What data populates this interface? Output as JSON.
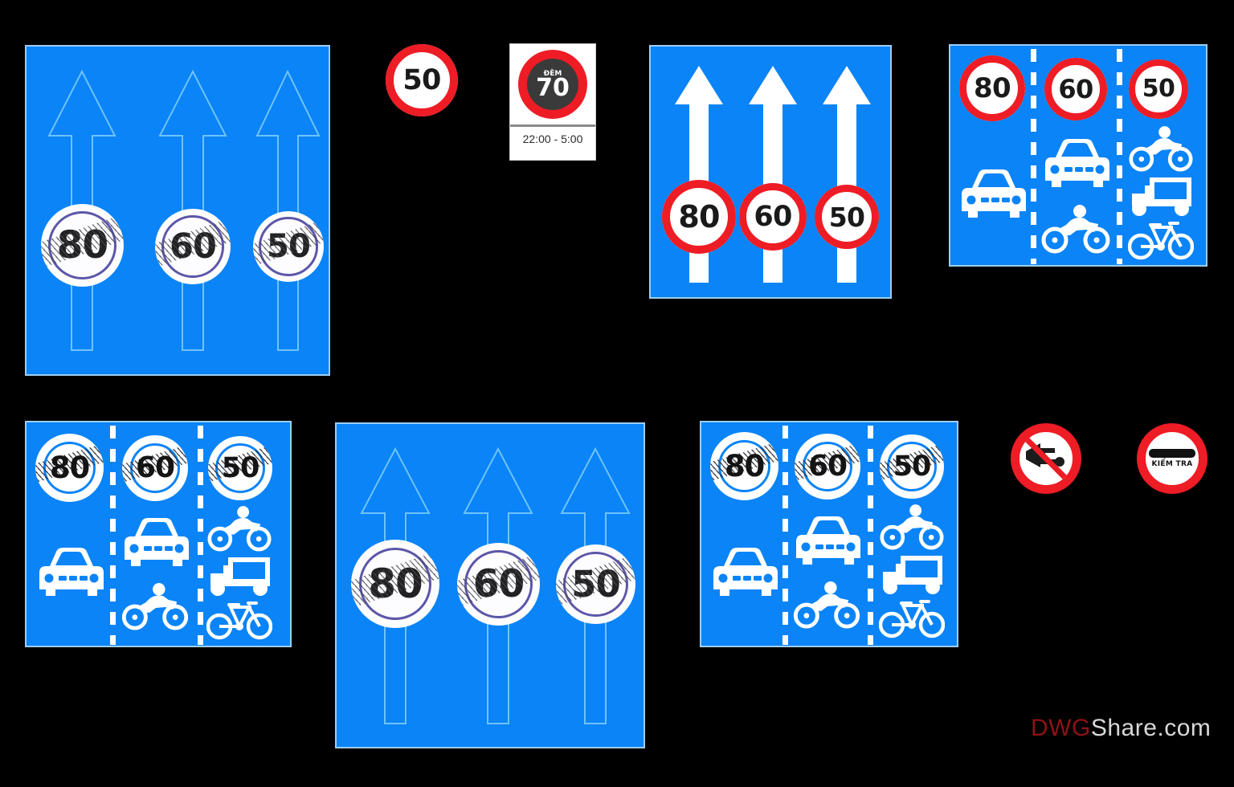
{
  "background_color": "#000000",
  "panel_color": "#0a84f7",
  "red_ring_color": "#ee1c25",
  "purple_ring_color": "#5b57a8",
  "watermark": {
    "red_part": "DWG",
    "grey_part": "Share.com"
  },
  "signs": [
    {
      "id": "lane-end-limit-outlined-top-left",
      "type": "lane-panel-outline-arrows-end-limit",
      "lanes": [
        {
          "speed": "80",
          "arrow": "up-outline"
        },
        {
          "speed": "60",
          "arrow": "up-outline"
        },
        {
          "speed": "50",
          "arrow": "up-outline"
        }
      ]
    },
    {
      "id": "speed-limit-50-standalone",
      "type": "round-speed-limit",
      "speed": "50"
    },
    {
      "id": "night-speed-limit-70",
      "type": "night-speed-limit-with-plate",
      "speed": "70",
      "label": "ĐÊM",
      "time_plate": "22:00 - 5:00"
    },
    {
      "id": "lane-speed-limit-solid-arrows",
      "type": "lane-panel-solid-arrows-speed-limit",
      "lanes": [
        {
          "speed": "80",
          "arrow": "up-solid"
        },
        {
          "speed": "60",
          "arrow": "up-solid"
        },
        {
          "speed": "50",
          "arrow": "up-solid"
        }
      ]
    },
    {
      "id": "lane-vehicle-speed-limit-top-right",
      "type": "lane-panel-vehicles-speed-limit",
      "lanes": [
        {
          "speed": "80",
          "vehicles": [
            "car"
          ]
        },
        {
          "speed": "60",
          "vehicles": [
            "car",
            "motorcycle"
          ]
        },
        {
          "speed": "50",
          "vehicles": [
            "motorcycle",
            "three-wheeler",
            "bicycle"
          ]
        }
      ]
    },
    {
      "id": "lane-vehicle-end-limit-bottom-left",
      "type": "lane-panel-vehicles-end-limit",
      "lanes": [
        {
          "speed": "80",
          "vehicles": [
            "car"
          ]
        },
        {
          "speed": "60",
          "vehicles": [
            "car",
            "motorcycle"
          ]
        },
        {
          "speed": "50",
          "vehicles": [
            "motorcycle",
            "three-wheeler",
            "bicycle"
          ]
        }
      ]
    },
    {
      "id": "lane-end-limit-outlined-bottom-center",
      "type": "lane-panel-outline-arrows-end-limit",
      "lanes": [
        {
          "speed": "80",
          "arrow": "up-outline"
        },
        {
          "speed": "60",
          "arrow": "up-outline"
        },
        {
          "speed": "50",
          "arrow": "up-outline"
        }
      ]
    },
    {
      "id": "lane-vehicle-end-limit-bottom-center-right",
      "type": "lane-panel-vehicles-end-limit",
      "lanes": [
        {
          "speed": "80",
          "vehicles": [
            "car"
          ]
        },
        {
          "speed": "60",
          "vehicles": [
            "car",
            "motorcycle"
          ]
        },
        {
          "speed": "50",
          "vehicles": [
            "motorcycle",
            "three-wheeler",
            "bicycle"
          ]
        }
      ]
    },
    {
      "id": "no-horn",
      "type": "prohibition-round",
      "icon": "horn-icon",
      "meaning": "no-horn"
    },
    {
      "id": "inspection-stop",
      "type": "prohibition-round",
      "icon": "barrier-icon",
      "label": "KIỂM TRA",
      "meaning": "inspection-checkpoint"
    }
  ]
}
